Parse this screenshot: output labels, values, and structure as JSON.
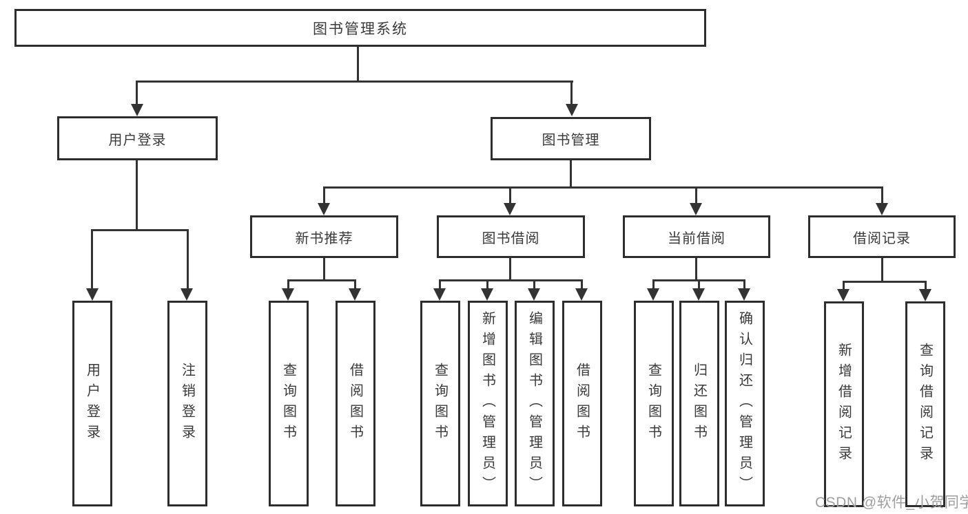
{
  "diagram": {
    "root": {
      "label": "图书管理系统"
    },
    "level2": {
      "user_login": {
        "label": "用户登录"
      },
      "book_mgmt": {
        "label": "图书管理"
      }
    },
    "level3": {
      "new_books": {
        "label": "新书推荐"
      },
      "book_borrow": {
        "label": "图书借阅"
      },
      "current_borrow": {
        "label": "当前借阅"
      },
      "borrow_records": {
        "label": "借阅记录"
      }
    },
    "leaves": {
      "user_login_leaf": {
        "label": "用户登录"
      },
      "logout": {
        "label": "注销登录"
      },
      "nb_query": {
        "label": "查询图书"
      },
      "nb_borrow": {
        "label": "借阅图书"
      },
      "bb_query": {
        "label": "查询图书"
      },
      "bb_add": {
        "label": "新增图书（管理员）"
      },
      "bb_edit": {
        "label": "编辑图书（管理员）"
      },
      "bb_borrow": {
        "label": "借阅图书"
      },
      "cb_query": {
        "label": "查询图书"
      },
      "cb_return": {
        "label": "归还图书"
      },
      "cb_confirm": {
        "label": "确认归还（管理员）"
      },
      "br_add": {
        "label": "新增借阅记录"
      },
      "br_query": {
        "label": "查询借阅记录"
      }
    },
    "line_color": "#333333"
  },
  "watermark": {
    "text": "CSDN @软件_小贺同学"
  }
}
